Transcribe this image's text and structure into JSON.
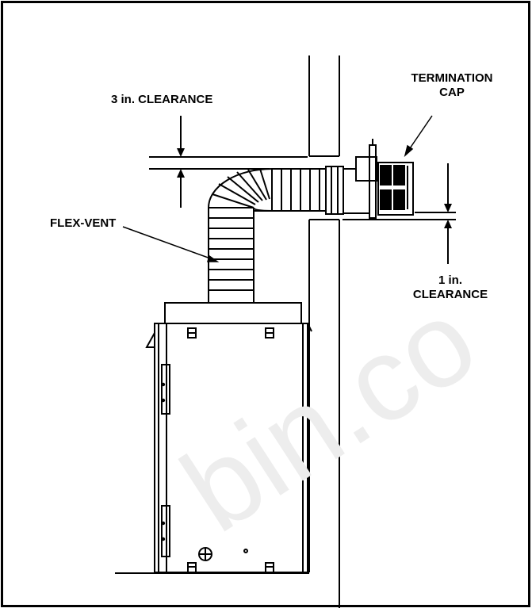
{
  "labels": {
    "clearance_top": "3 in. CLEARANCE",
    "termination_line1": "TERMINATION",
    "termination_line2": "CAP",
    "flex_vent": "FLEX-VENT",
    "clearance_side_line1": "1 in.",
    "clearance_side_line2": "CLEARANCE"
  },
  "watermark": "bin.co"
}
